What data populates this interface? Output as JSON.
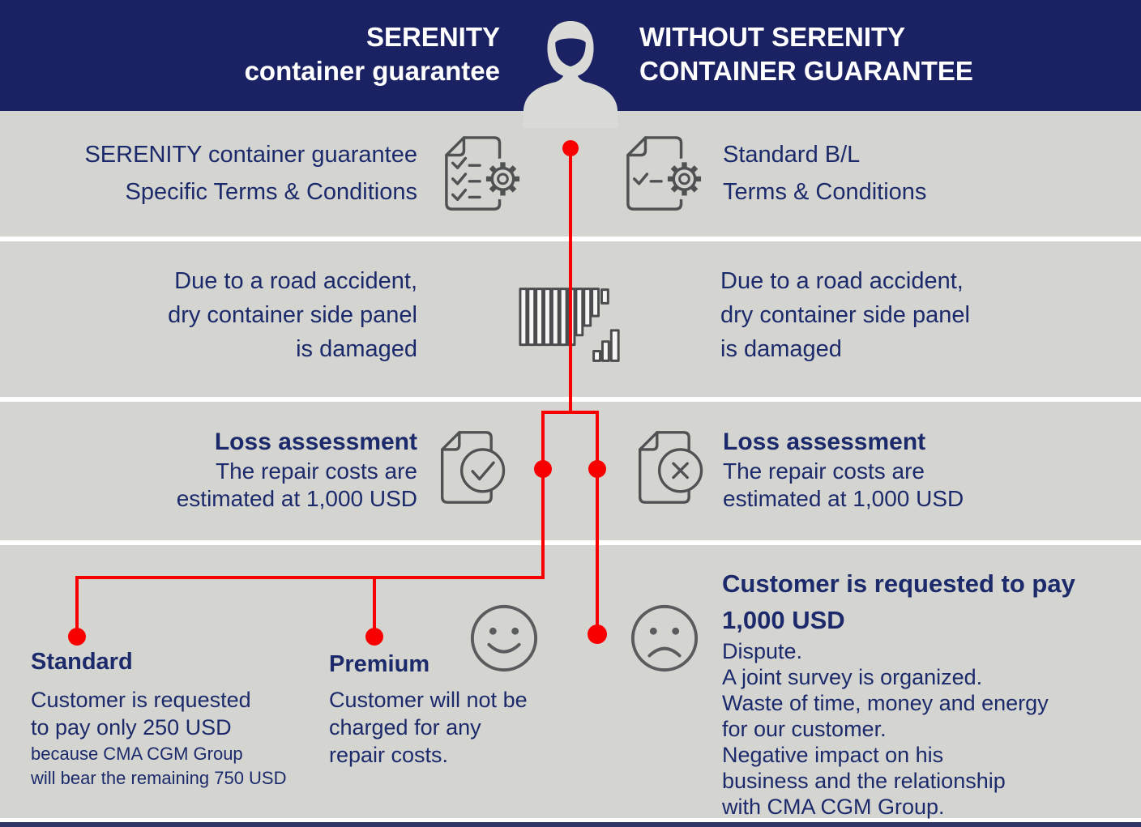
{
  "header": {
    "left_title": [
      "SERENITY",
      "container guarantee"
    ],
    "right_title": [
      "WITHOUT SERENITY",
      "CONTAINER GUARANTEE"
    ]
  },
  "row1": {
    "left_lines": [
      "SERENITY container guarantee",
      "Specific Terms & Conditions"
    ],
    "right_lines": [
      "Standard B/L",
      "Terms & Conditions"
    ]
  },
  "row2": {
    "left_lines": [
      "Due to a road accident,",
      "dry container side panel",
      "is damaged"
    ],
    "right_lines": [
      "Due to a road accident,",
      "dry container side panel",
      "is damaged"
    ]
  },
  "row3": {
    "left": {
      "title": "Loss assessment",
      "lines": [
        "The repair costs are",
        "estimated at 1,000 USD"
      ]
    },
    "right": {
      "title": "Loss assessment",
      "lines": [
        "The repair costs are",
        "estimated at 1,000 USD"
      ]
    }
  },
  "row4": {
    "standard": {
      "title": "Standard",
      "lines": [
        "Customer is requested",
        "to pay only 250 USD"
      ],
      "small_lines": [
        "because CMA CGM Group",
        "will bear the remaining 750 USD"
      ]
    },
    "premium": {
      "title": "Premium",
      "lines": [
        "Customer will not be",
        "charged for any",
        "repair costs."
      ]
    },
    "without": {
      "big_lines": [
        "Customer is requested to pay",
        "1,000 USD"
      ],
      "lines": [
        "Dispute.",
        "A joint survey is organized.",
        "Waste of time, money and energy",
        "for our customer.",
        "Negative impact on his",
        "business and the relationship",
        "with CMA CGM Group."
      ]
    }
  },
  "icons": {
    "person": "person-silhouette",
    "terms_doc": "document-checklist-gear",
    "damaged_container": "damaged-container",
    "loss_ok": "document-check-circle",
    "loss_dispute": "document-x-circle",
    "happy": "smiley-face",
    "unhappy": "sad-face"
  },
  "colors": {
    "header_navy": "#1b2264",
    "text_navy": "#1c2a6b",
    "red": "#f90000",
    "row_gray": "#d4d5d1",
    "icon_gray": "#4f5152"
  }
}
